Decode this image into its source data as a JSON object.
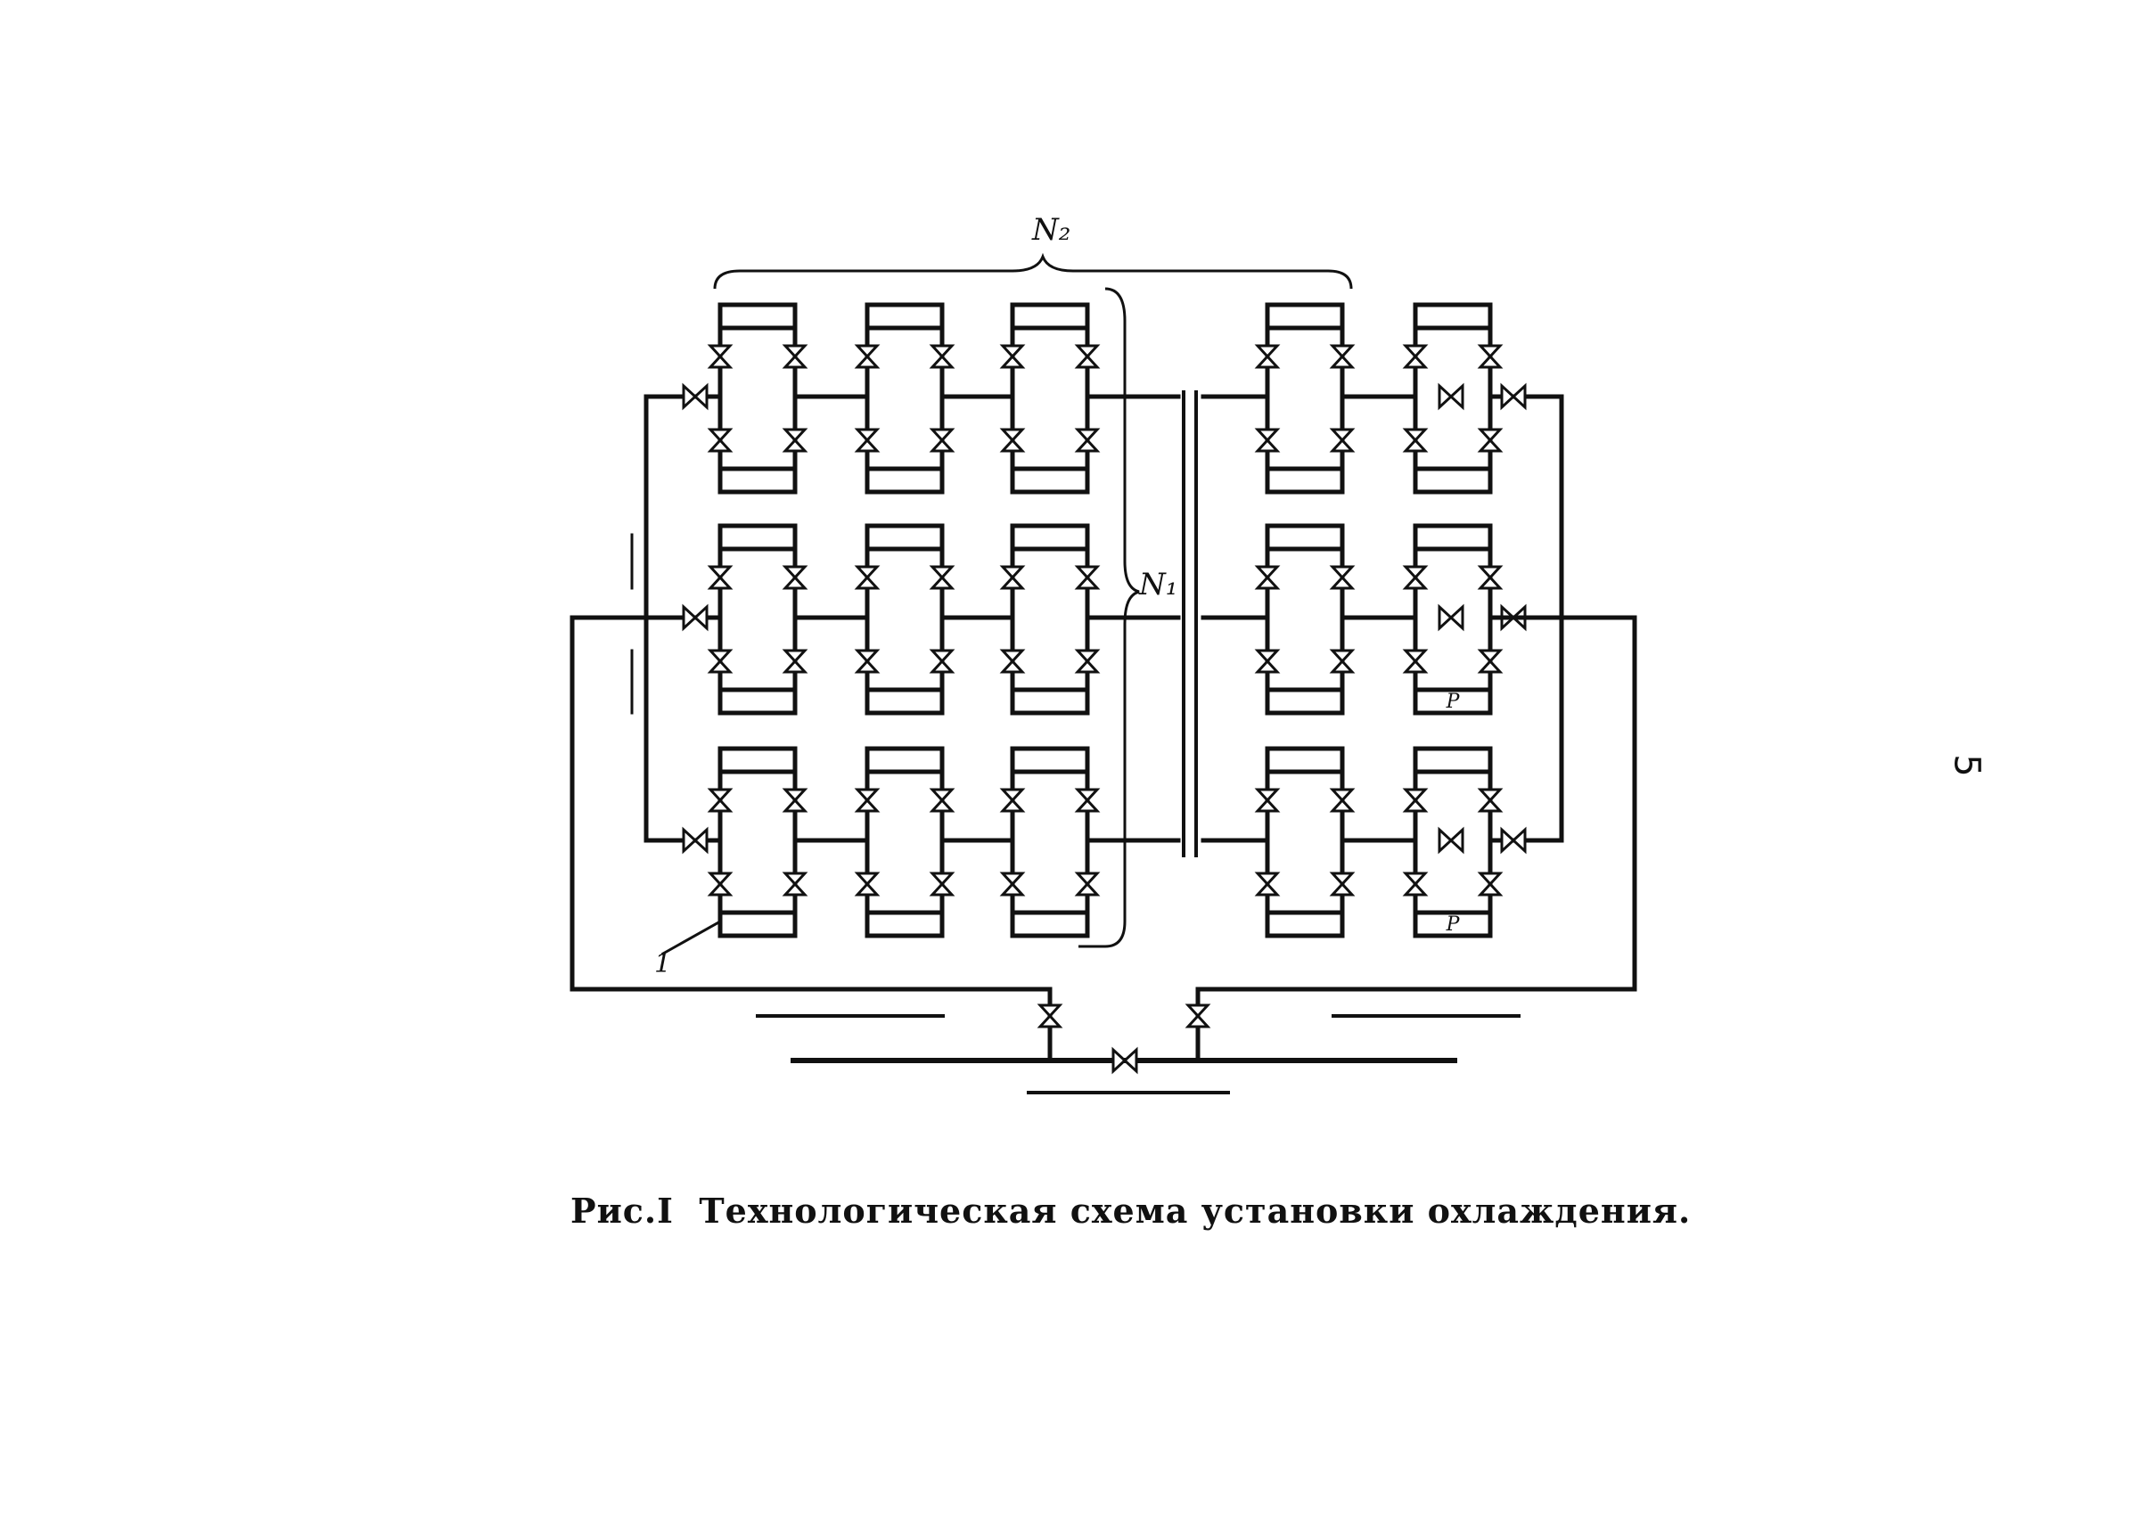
{
  "labels": {
    "group_n2": "N₂",
    "group_n1": "N₁",
    "item_1": "1",
    "module_mark": "P"
  },
  "caption": "Рис.I  Технологическая схема установки охлаждения.",
  "page_number": "5",
  "colors": {
    "ink": "#111111",
    "paper": "#ffffff"
  }
}
